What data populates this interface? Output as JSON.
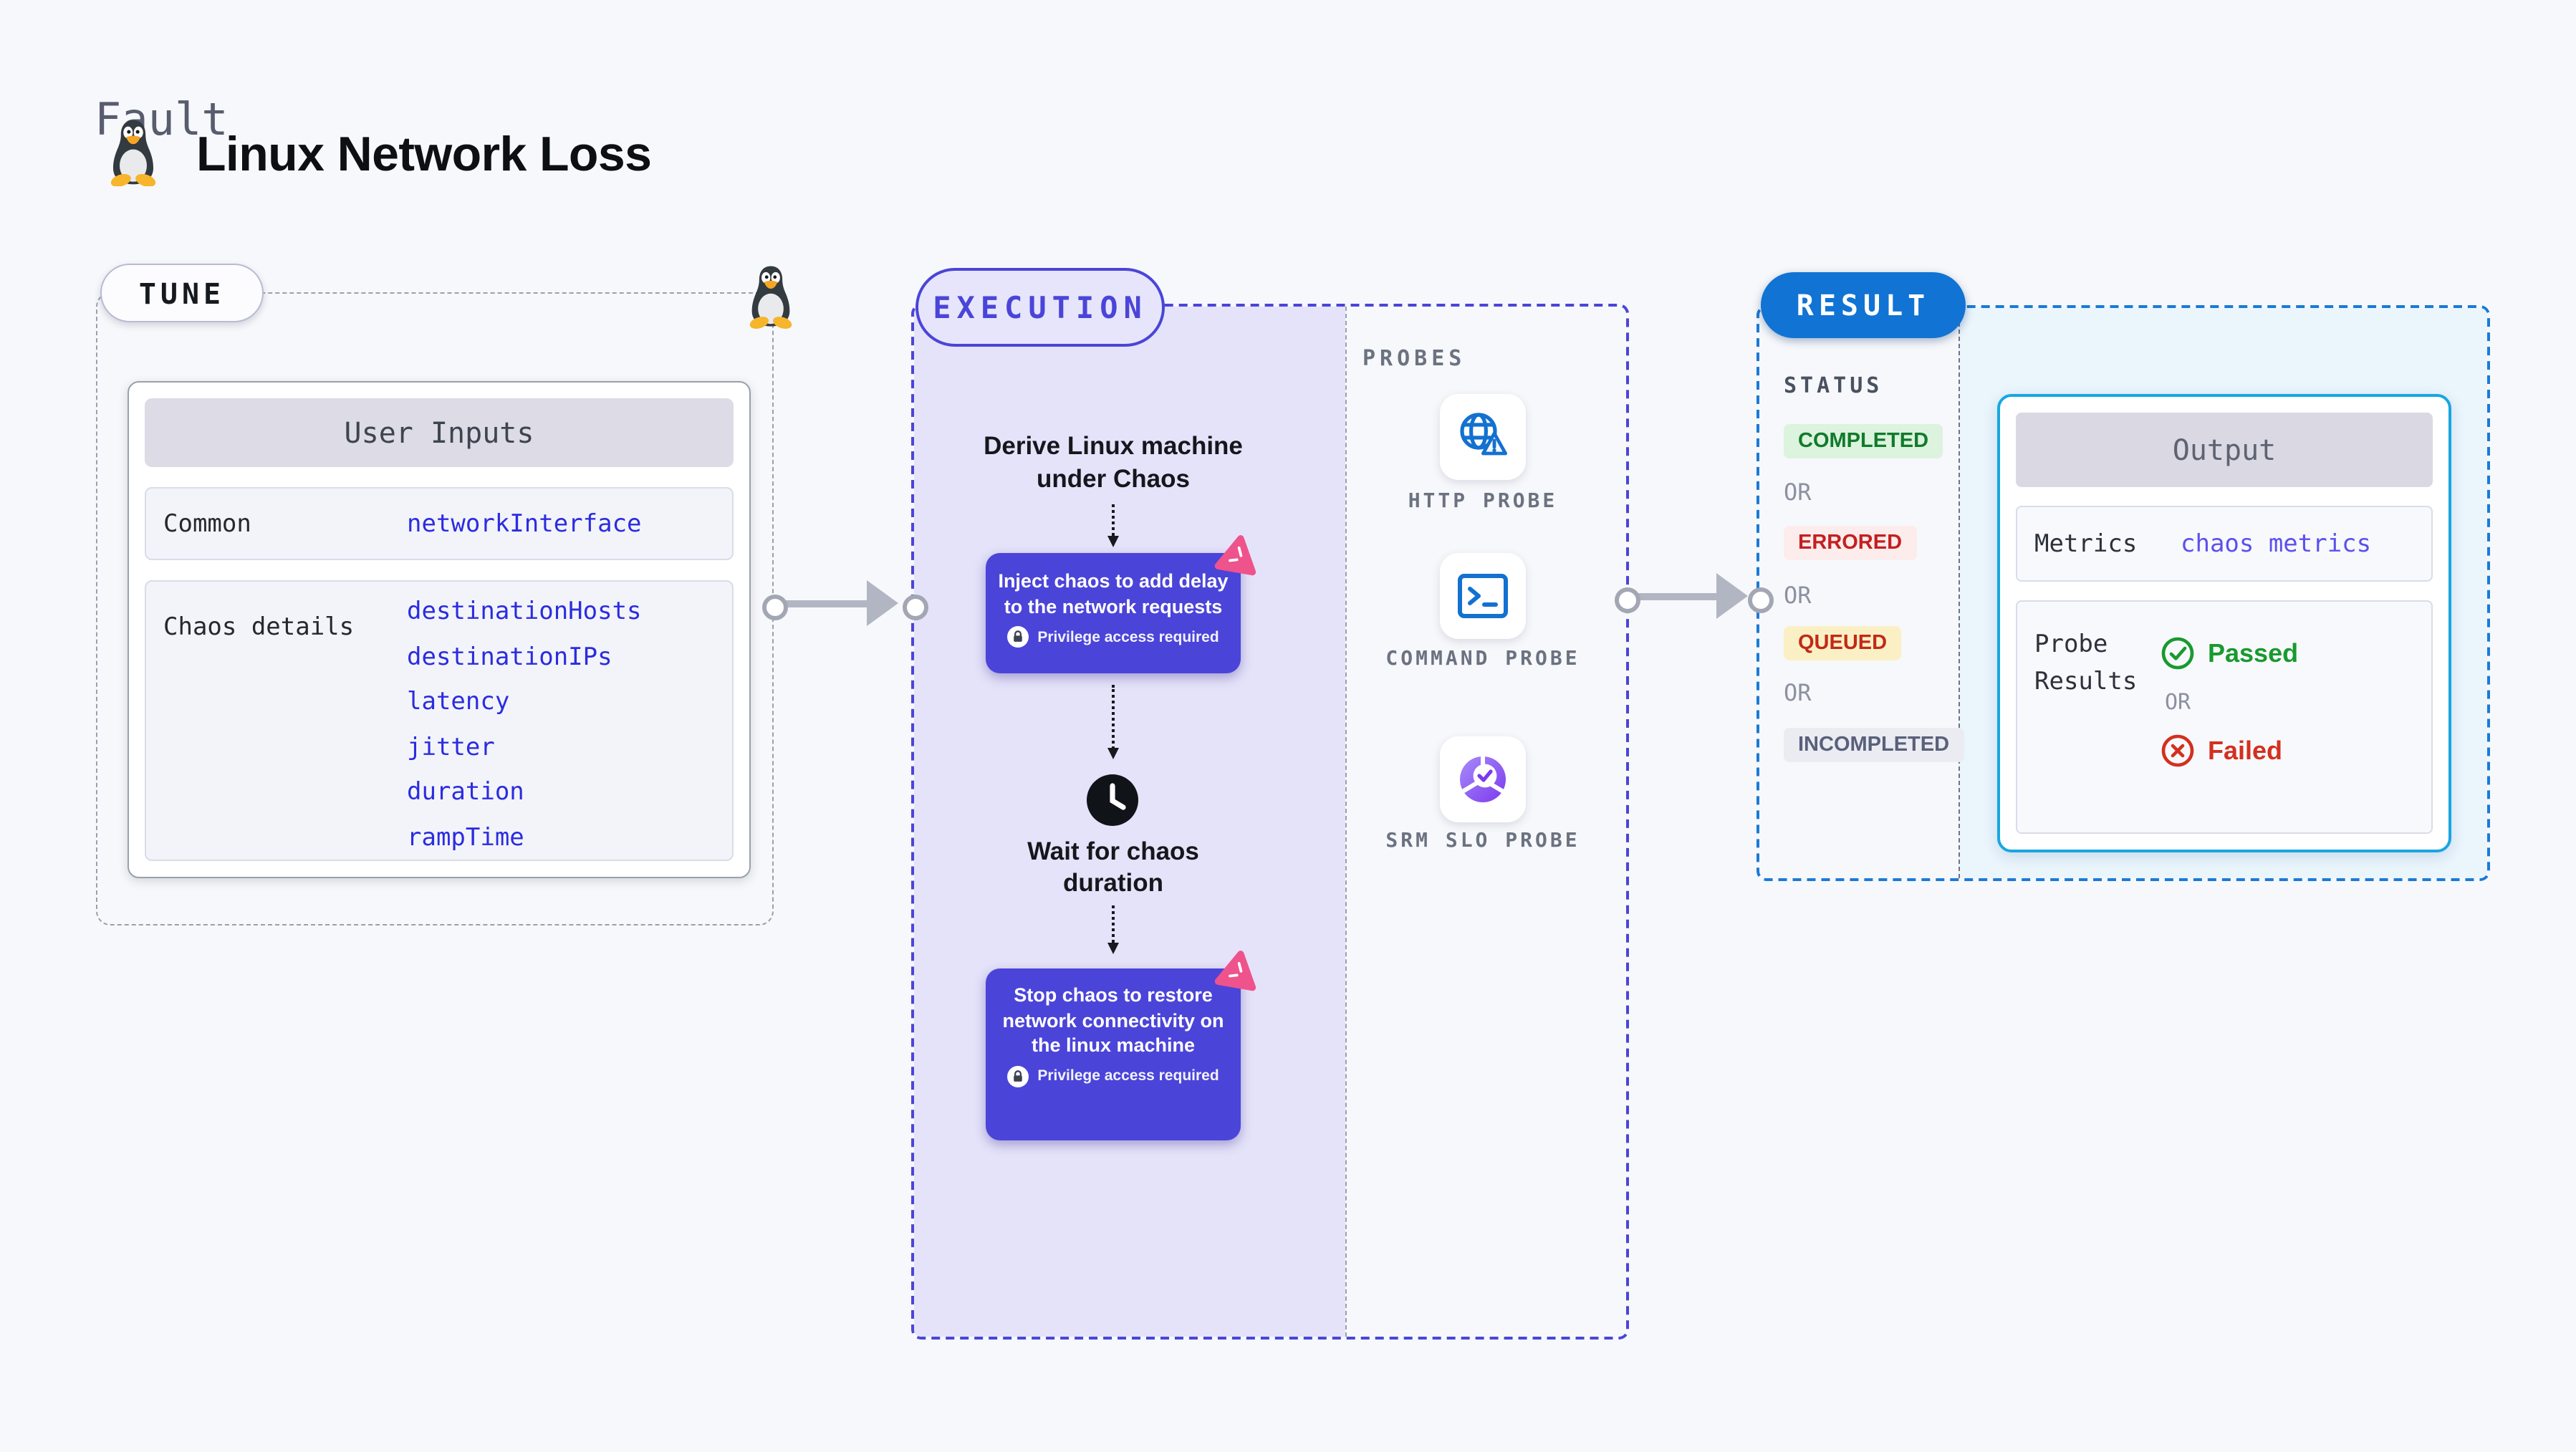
{
  "header": {
    "eyebrow": "Fault",
    "title": "Linux Network Loss"
  },
  "tune": {
    "badge": "TUNE",
    "card_title": "User Inputs",
    "rows": [
      {
        "label": "Common",
        "values": [
          "networkInterface"
        ]
      },
      {
        "label": "Chaos details",
        "values": [
          "destinationHosts",
          "destinationIPs",
          "latency",
          "jitter",
          "duration",
          "rampTime"
        ]
      }
    ]
  },
  "execution": {
    "badge": "EXECUTION",
    "derive_text": "Derive Linux machine under Chaos",
    "inject_text": "Inject chaos to add delay to the network requests",
    "privilege_text": "Privilege access required",
    "wait_text": "Wait for chaos duration",
    "stop_text": "Stop chaos to restore network connectivity on the linux machine"
  },
  "probes": {
    "title": "PROBES",
    "items": [
      {
        "label": "HTTP PROBE",
        "icon": "globe-alert-icon"
      },
      {
        "label": "COMMAND PROBE",
        "icon": "terminal-icon"
      },
      {
        "label": "SRM SLO PROBE",
        "icon": "slo-pie-check-icon"
      }
    ]
  },
  "result": {
    "badge": "RESULT",
    "status_title": "STATUS",
    "or_label": "OR",
    "statuses": [
      {
        "label": "COMPLETED",
        "fg": "#117a2c",
        "bg": "#dcf3dd"
      },
      {
        "label": "ERRORED",
        "fg": "#c32020",
        "bg": "#fdecec"
      },
      {
        "label": "QUEUED",
        "fg": "#c12a16",
        "bg": "#fbf0c5"
      },
      {
        "label": "INCOMPLETED",
        "fg": "#59607a",
        "bg": "#ebecf2"
      }
    ],
    "output": {
      "title": "Output",
      "metrics_label": "Metrics",
      "metrics_value": "chaos metrics",
      "probe_results_label": "Probe Results",
      "passed": "Passed",
      "failed": "Failed"
    }
  },
  "colors": {
    "page_bg": "#f7f8fb",
    "execution_accent": "#4a45d8",
    "execution_fill": "#e5e3f9",
    "result_accent": "#1173d3",
    "output_border": "#17a7e1",
    "output_area_bg": "#eaf5fc",
    "step_box": "#4b44d9",
    "chaos_pink": "#ee538b",
    "value_blue": "#2b2ce0",
    "arrow_gray": "#b2b6c2"
  }
}
